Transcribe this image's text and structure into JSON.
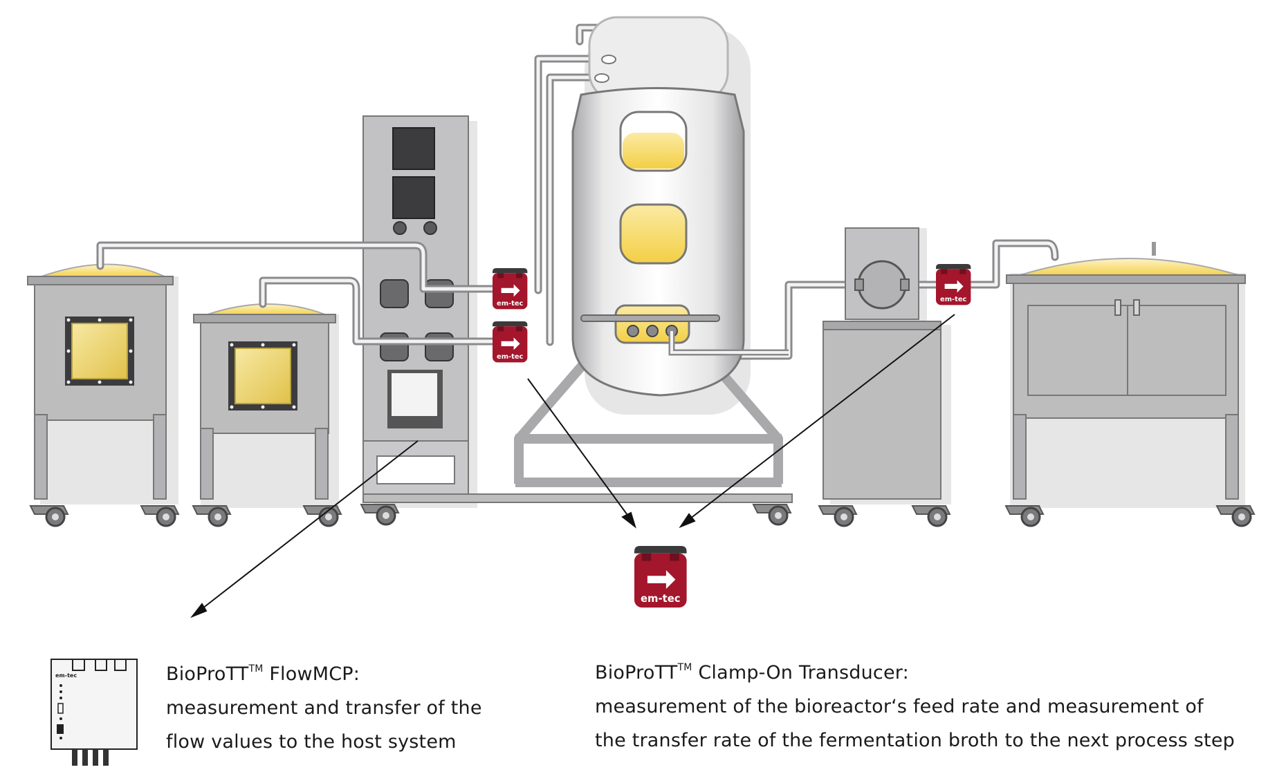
{
  "device_brand": "em-tec",
  "captions": {
    "flowmcp": {
      "name": "BioProTT",
      "tm": "TM",
      "suffix": " FlowMCP:",
      "line2": "measurement and transfer of the",
      "line3": "flow values to the host system"
    },
    "clamp_on": {
      "name": "BioProTT",
      "tm": "TM",
      "suffix": " Clamp-On Transducer:",
      "line2": "measurement of the bioreactor‘s feed rate and measurement of",
      "line3": "the transfer rate of the fermentation broth to the next process step"
    }
  },
  "colors": {
    "steel": "#b9b9ba",
    "steel_dark": "#6f6f72",
    "liquid": "#f6d860",
    "transducer_red": "#a3162c",
    "shadow": "#e2e2e2"
  },
  "icons": [
    "arrow-right-icon"
  ]
}
